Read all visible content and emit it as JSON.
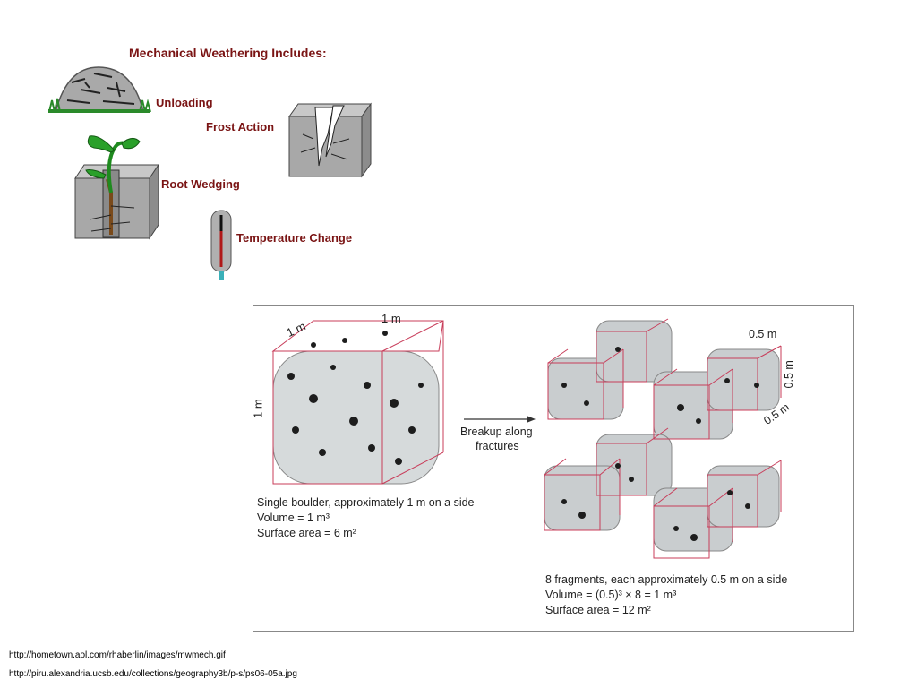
{
  "header": {
    "title": "Mechanical Weathering Includes:"
  },
  "weathering": {
    "unloading": "Unloading",
    "frost_action": "Frost Action",
    "root_wedging": "Root Wedging",
    "temperature_change": "Temperature Change"
  },
  "boulder_figure": {
    "dim_1m_a": "1 m",
    "dim_1m_b": "1 m",
    "dim_1m_c": "1 m",
    "dim_half_a": "0.5 m",
    "dim_half_b": "0.5 m",
    "dim_half_c": "0.5 m",
    "arrow_line1": "Breakup along",
    "arrow_line2": "fractures",
    "single": {
      "line1": "Single boulder, approximately 1 m on a side",
      "volume": "Volume = 1 m³",
      "surface": "Surface area = 6 m²"
    },
    "fragments": {
      "line1": "8 fragments, each approximately 0.5 m on a side",
      "volume": "Volume = (0.5)³ × 8 = 1 m³",
      "surface": "Surface area = 12 m²"
    }
  },
  "sources": {
    "url1": "http://hometown.aol.com/rhaberlin/images/mwmech.gif",
    "url2": "http://piru.alexandria.ucsb.edu/collections/geography3b/p-s/ps06-05a.jpg"
  }
}
